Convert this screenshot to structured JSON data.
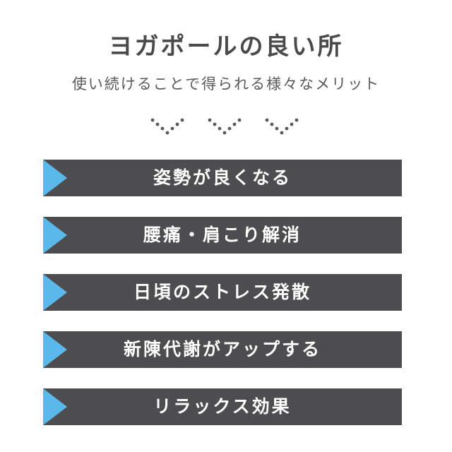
{
  "header": {
    "title": "ヨガポールの良い所",
    "subtitle": "使い続けることで得られる様々なメリット"
  },
  "benefits": [
    {
      "label": "姿勢が良くなる"
    },
    {
      "label": "腰痛・肩こり解消"
    },
    {
      "label": "日頃のストレス発散"
    },
    {
      "label": "新陳代謝がアップする"
    },
    {
      "label": "リラックス効果"
    }
  ],
  "colors": {
    "bar": "#4d4d4f",
    "arrow": "#5bb8ea",
    "dots": "#5a5a5a",
    "title": "#4a4a4a"
  }
}
